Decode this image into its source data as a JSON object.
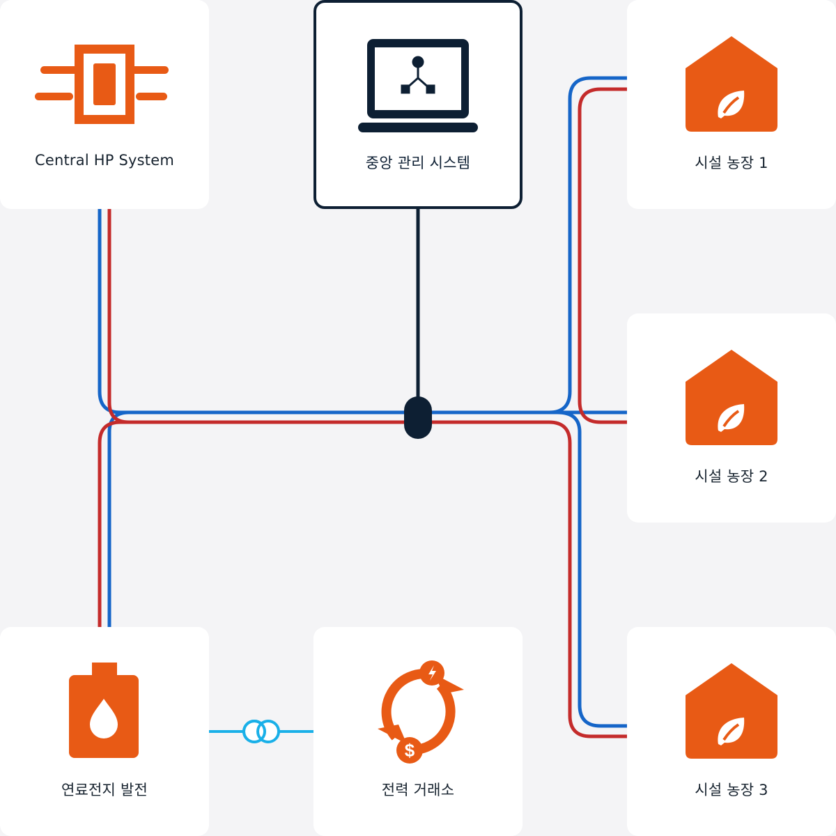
{
  "nodes": {
    "central_hp": {
      "label": "Central HP System",
      "icon": "heat-pump-icon"
    },
    "control": {
      "label": "중앙 관리 시스템",
      "icon": "laptop-network-icon"
    },
    "farm1": {
      "label": "시설 농장 1",
      "icon": "greenhouse-leaf-icon"
    },
    "farm2": {
      "label": "시설 농장 2",
      "icon": "greenhouse-leaf-icon"
    },
    "farm3": {
      "label": "시설 농장 3",
      "icon": "greenhouse-leaf-icon"
    },
    "fuel_cell": {
      "label": "연료전지 발전",
      "icon": "fuel-tank-drop-icon"
    },
    "exchange": {
      "label": "전력 거래소",
      "icon": "power-dollar-exchange-icon"
    }
  },
  "colors": {
    "background": "#f4f4f6",
    "card": "#ffffff",
    "accent_orange": "#e85a15",
    "navy": "#0d1f33",
    "supply_blue": "#1565c8",
    "return_red": "#c42b2b",
    "power_cyan": "#1ab0e8"
  }
}
